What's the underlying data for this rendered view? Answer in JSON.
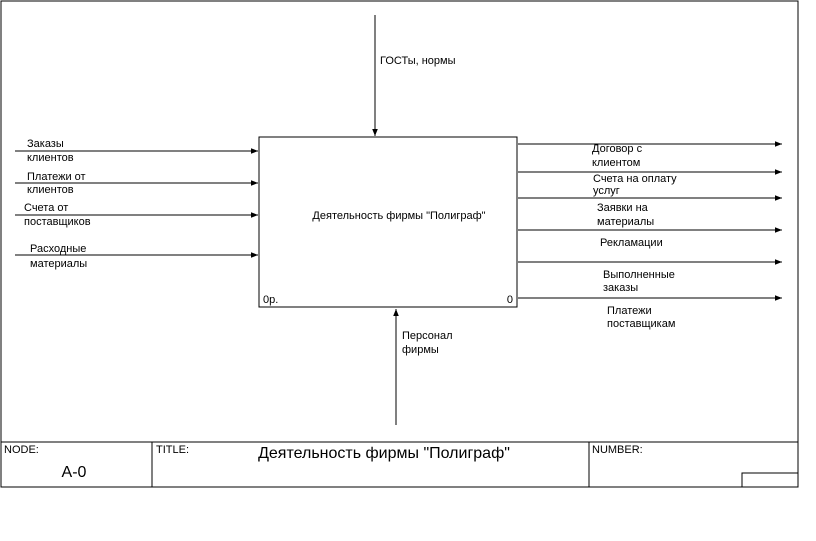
{
  "diagram": {
    "activity": {
      "label": "Деятельность фирмы \"Полиграф\"",
      "cost": "0р.",
      "number": "0"
    },
    "controls": [
      {
        "lines": [
          "ГОСТы, нормы"
        ]
      }
    ],
    "inputs": [
      {
        "lines": [
          "Заказы",
          "клиентов"
        ]
      },
      {
        "lines": [
          "Платежи от",
          "клиентов"
        ]
      },
      {
        "lines": [
          "Счета от",
          "поставщиков"
        ]
      },
      {
        "lines": [
          "Расходные",
          "материалы"
        ]
      }
    ],
    "outputs": [
      {
        "lines": [
          "Договор с",
          "клиентом"
        ]
      },
      {
        "lines": [
          "Счета на оплату",
          "услуг"
        ]
      },
      {
        "lines": [
          "Заявки на",
          "материалы"
        ]
      },
      {
        "lines": [
          "Рекламации"
        ]
      },
      {
        "lines": [
          "Выполненные",
          "заказы"
        ]
      },
      {
        "lines": [
          "Платежи",
          "поставщикам"
        ]
      }
    ],
    "mechanisms": [
      {
        "lines": [
          "Персонал",
          "фирмы"
        ]
      }
    ]
  },
  "frame": {
    "node_label": "NODE:",
    "node_value": "A-0",
    "title_label": "TITLE:",
    "title_value": "Деятельность фирмы \"Полиграф\"",
    "number_label": "NUMBER:"
  }
}
